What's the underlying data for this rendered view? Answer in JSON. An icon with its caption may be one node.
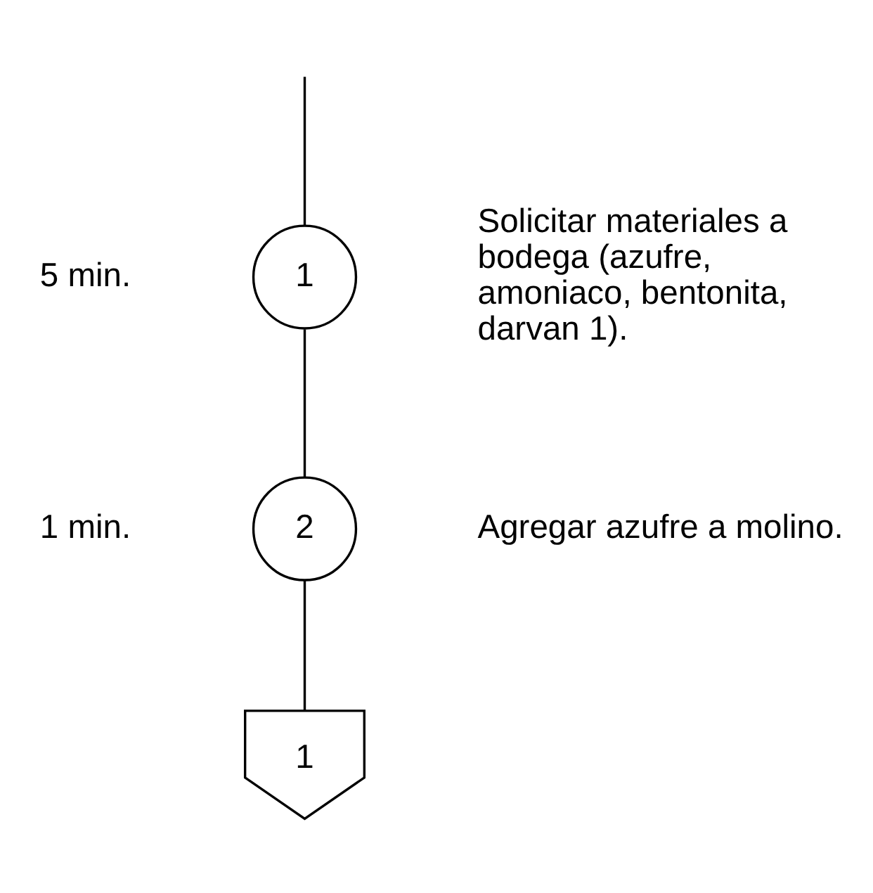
{
  "diagram": {
    "nodes": [
      {
        "text": [
          "1"
        ],
        "beside": [
          "5 min.",
          "Solicitar materiales a bodega (azufre, amoniaco, bentonita, darvan 1)."
        ]
      },
      {
        "text": [
          "2"
        ],
        "beside": [
          "1 min.",
          "Agregar azufre a molino."
        ]
      },
      {
        "text": [
          "1"
        ]
      }
    ],
    "edges": [
      {
        "from": null,
        "to": 0,
        "arrow": "none"
      },
      {
        "from": 0,
        "to": 1,
        "arrow": "none"
      },
      {
        "from": 1,
        "to": 2,
        "arrow": "none"
      }
    ]
  }
}
